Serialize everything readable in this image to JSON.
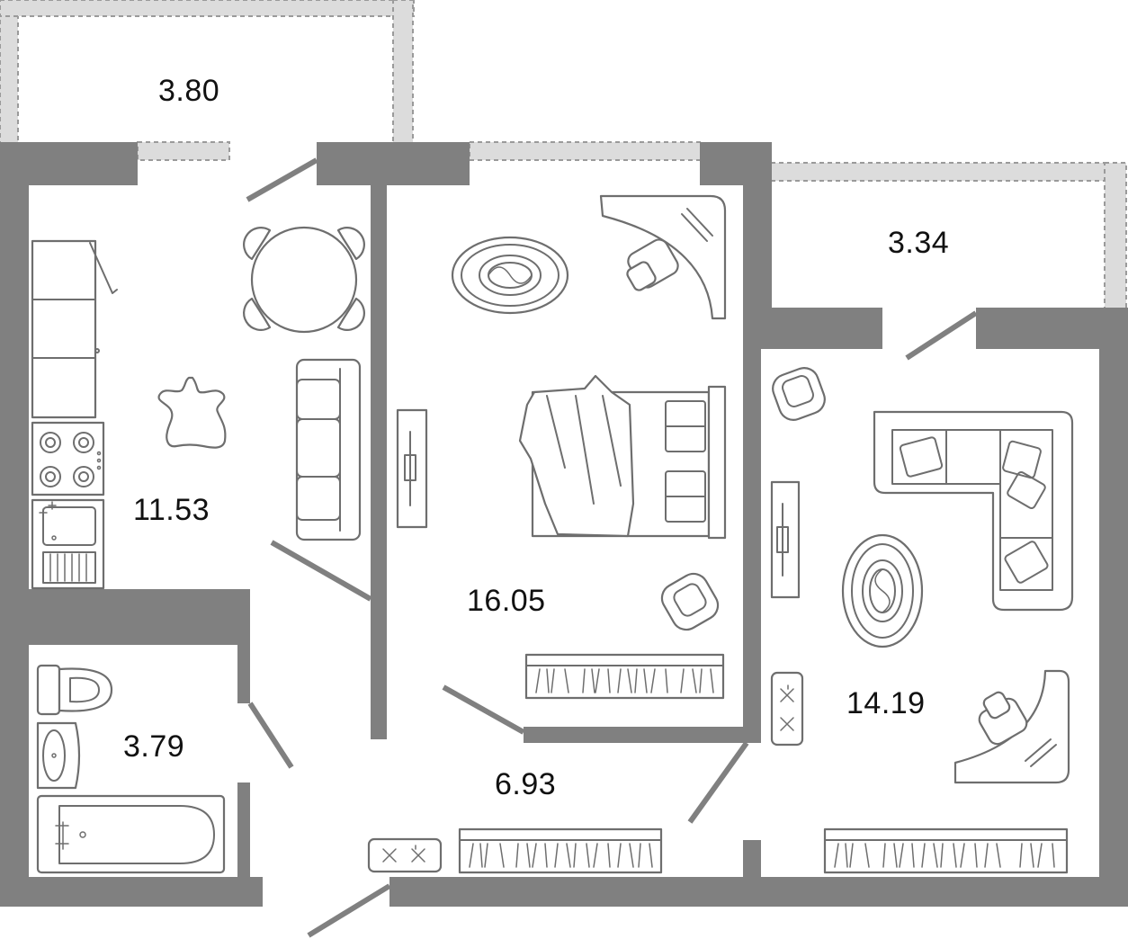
{
  "rooms": [
    {
      "id": "balcony-kitchen",
      "area": "3.80"
    },
    {
      "id": "balcony-living",
      "area": "3.34"
    },
    {
      "id": "kitchen",
      "area": "11.53"
    },
    {
      "id": "bedroom",
      "area": "16.05"
    },
    {
      "id": "living-room",
      "area": "14.19"
    },
    {
      "id": "bathroom",
      "area": "3.79"
    },
    {
      "id": "hallway",
      "area": "6.93"
    }
  ],
  "colors": {
    "wall": "#808080",
    "balcony": "#dcdcdc",
    "furniture_stroke": "#6e6e6e"
  }
}
